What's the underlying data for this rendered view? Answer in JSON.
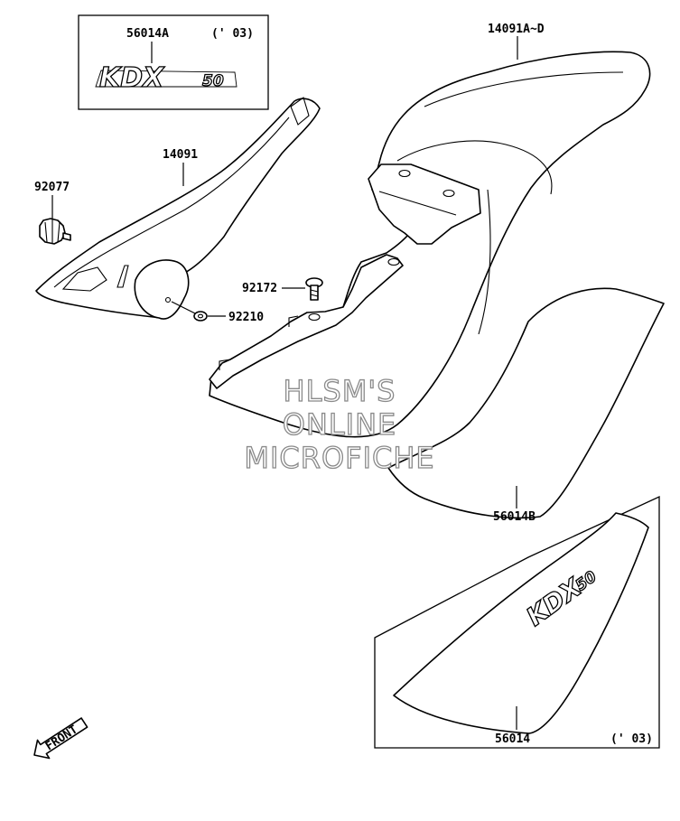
{
  "labels": {
    "upper_decal_part": "56014A",
    "upper_decal_year": "(' 03)",
    "seat_assy_part": "14091A~D",
    "side_cover_part": "14091",
    "knob_part": "92077",
    "bolt_part": "92172",
    "washer_part": "92210",
    "seat_cover_part": "56014B",
    "lower_decal_part": "56014",
    "lower_decal_year": "(' 03)",
    "front_arrow": "FRONT"
  },
  "logo": {
    "kdx": "KDX",
    "num": "50"
  },
  "watermark": {
    "line1": "HLSM'S",
    "line2": "ONLINE",
    "line3": "MICROFICHE"
  },
  "colors": {
    "line": "#000000",
    "watermark": "#8a8a8a"
  }
}
